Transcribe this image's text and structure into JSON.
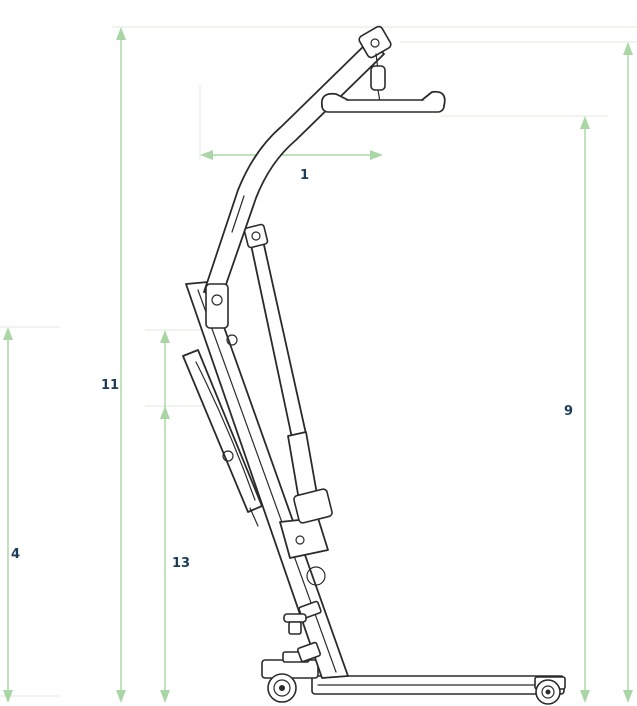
{
  "diagram": {
    "dimension_labels": {
      "reach": "1",
      "overall_height": "11",
      "base_height": "4",
      "spreader_height": "9",
      "sling_range": "13"
    },
    "colors": {
      "dimension_line": "#a9d6a4",
      "label_text": "#1a3d59",
      "frame": "#2b2b2b"
    }
  }
}
